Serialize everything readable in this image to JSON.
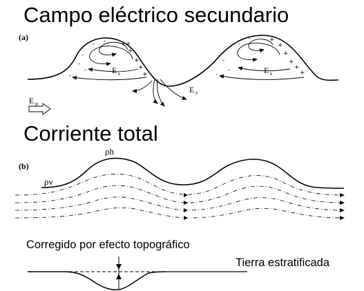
{
  "title_top": "Campo eléctrico secundario",
  "title_mid": "Corriente total",
  "panel_a": "(a)",
  "panel_b": "(b)",
  "label_es": "E",
  "label_es_sub": "s",
  "label_ep": "E",
  "label_ep_sub": "p",
  "label_rho_h": "ρh",
  "label_rho_v": "ρv",
  "caption_corrected": "Corregido por efecto topográfico",
  "caption_layered": "Tierra estratificada"
}
